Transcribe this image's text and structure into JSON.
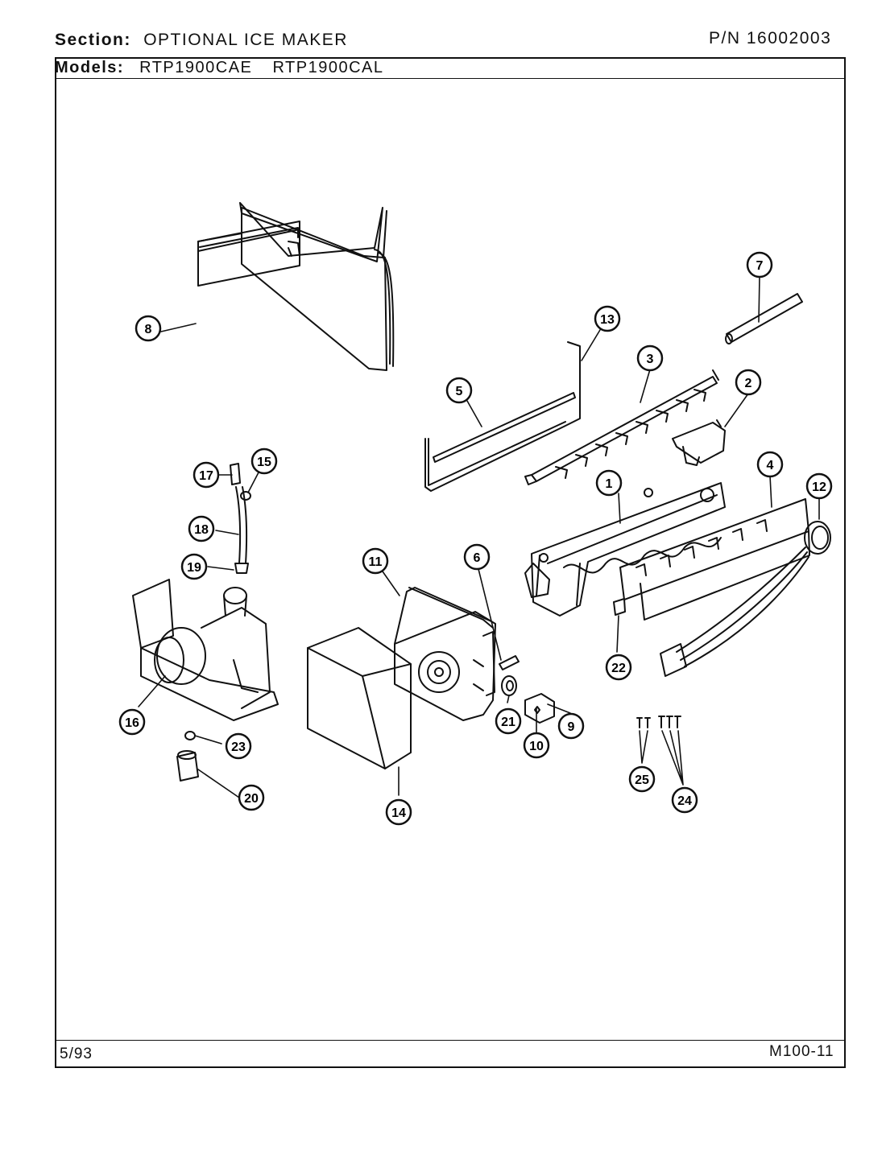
{
  "header": {
    "section_label": "Section:",
    "section_value": "OPTIONAL ICE MAKER",
    "part_number": "P/N 16002003",
    "models_label": "Models:",
    "models": [
      "RTP1900CAE",
      "RTP1900CAL"
    ]
  },
  "footer": {
    "date": "5/93",
    "page_code": "M100-11"
  },
  "callouts": [
    {
      "id": "callout-1",
      "label": "1"
    },
    {
      "id": "callout-2",
      "label": "2"
    },
    {
      "id": "callout-3",
      "label": "3"
    },
    {
      "id": "callout-4",
      "label": "4"
    },
    {
      "id": "callout-5",
      "label": "5"
    },
    {
      "id": "callout-6",
      "label": "6"
    },
    {
      "id": "callout-7",
      "label": "7"
    },
    {
      "id": "callout-8",
      "label": "8"
    },
    {
      "id": "callout-9",
      "label": "9"
    },
    {
      "id": "callout-10",
      "label": "10"
    },
    {
      "id": "callout-11",
      "label": "11"
    },
    {
      "id": "callout-12",
      "label": "12"
    },
    {
      "id": "callout-13",
      "label": "13"
    },
    {
      "id": "callout-14",
      "label": "14"
    },
    {
      "id": "callout-15",
      "label": "15"
    },
    {
      "id": "callout-16",
      "label": "16"
    },
    {
      "id": "callout-17",
      "label": "17"
    },
    {
      "id": "callout-18",
      "label": "18"
    },
    {
      "id": "callout-19",
      "label": "19"
    },
    {
      "id": "callout-20",
      "label": "20"
    },
    {
      "id": "callout-21",
      "label": "21"
    },
    {
      "id": "callout-22",
      "label": "22"
    },
    {
      "id": "callout-23",
      "label": "23"
    },
    {
      "id": "callout-24",
      "label": "24"
    },
    {
      "id": "callout-25",
      "label": "25"
    }
  ]
}
